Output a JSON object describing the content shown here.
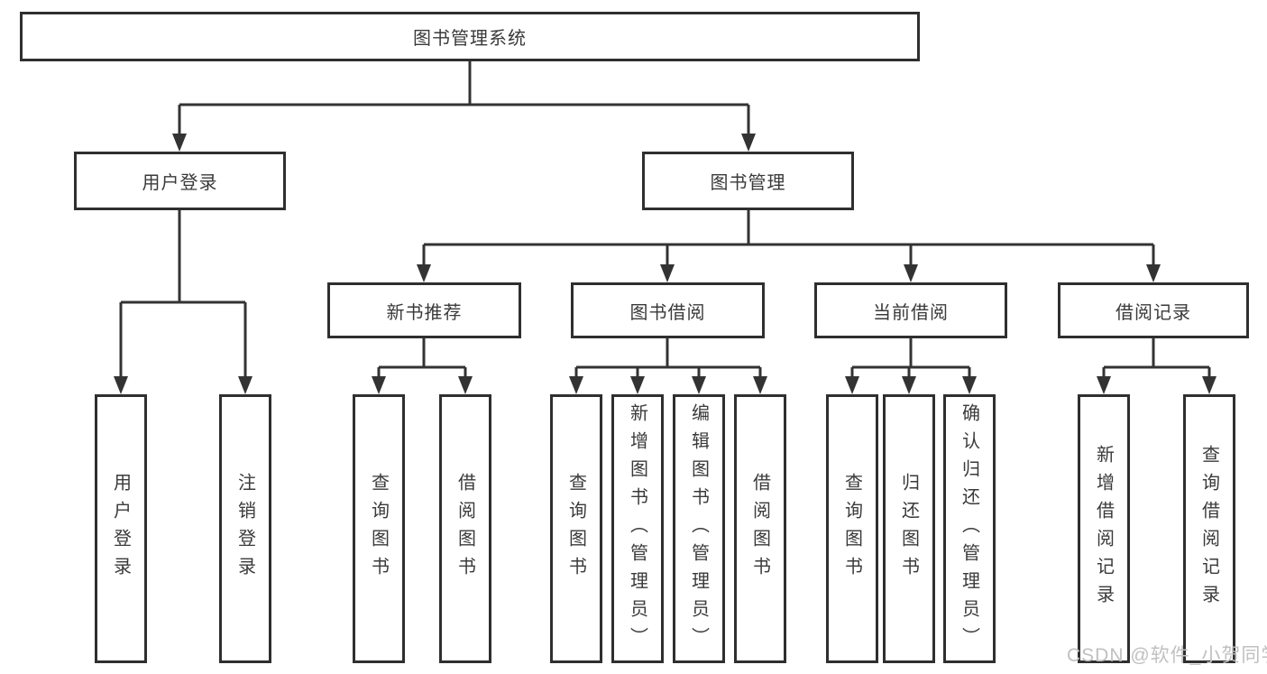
{
  "tree": {
    "root": {
      "label": "图书管理系统"
    },
    "user_login": {
      "label": "用户登录",
      "children": [
        {
          "label": "用户登录"
        },
        {
          "label": "注销登录"
        }
      ]
    },
    "book_mgmt": {
      "label": "图书管理",
      "groups": [
        {
          "label": "新书推荐",
          "children": [
            {
              "label": "查询图书"
            },
            {
              "label": "借阅图书"
            }
          ]
        },
        {
          "label": "图书借阅",
          "children": [
            {
              "label": "查询图书"
            },
            {
              "label": "新增图书（管理员）"
            },
            {
              "label": "编辑图书（管理员）"
            },
            {
              "label": "借阅图书"
            }
          ]
        },
        {
          "label": "当前借阅",
          "children": [
            {
              "label": "查询图书"
            },
            {
              "label": "归还图书"
            },
            {
              "label": "确认归还（管理员）"
            }
          ]
        },
        {
          "label": "借阅记录",
          "children": [
            {
              "label": "新增借阅记录"
            },
            {
              "label": "查询借阅记录"
            }
          ]
        }
      ]
    }
  },
  "watermark": {
    "text": "CSDN @软件_小贺同学"
  },
  "colors": {
    "line": "#333333",
    "box_border": "#2f2f2f",
    "text": "#3a3a3a",
    "watermark": "#c0c0c0",
    "background": "#ffffff"
  }
}
